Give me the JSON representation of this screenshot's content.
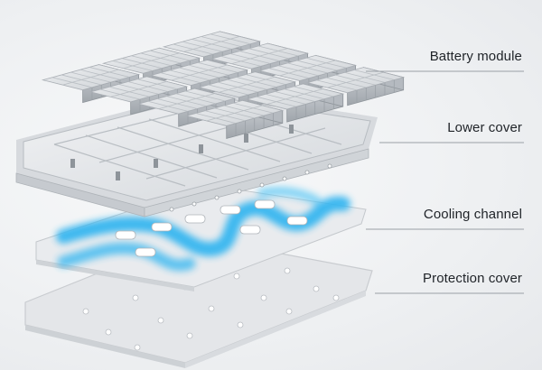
{
  "labels": {
    "battery_module": "Battery module",
    "lower_cover": "Lower cover",
    "cooling_channel": "Cooling channel",
    "protection_cover": "Protection cover"
  },
  "colors": {
    "background": "#f0f1f3",
    "module": "#d9dcdf",
    "tray": "#e9ebed",
    "cooling": "#36b6f0",
    "leader_line": "#9aa0a6"
  }
}
